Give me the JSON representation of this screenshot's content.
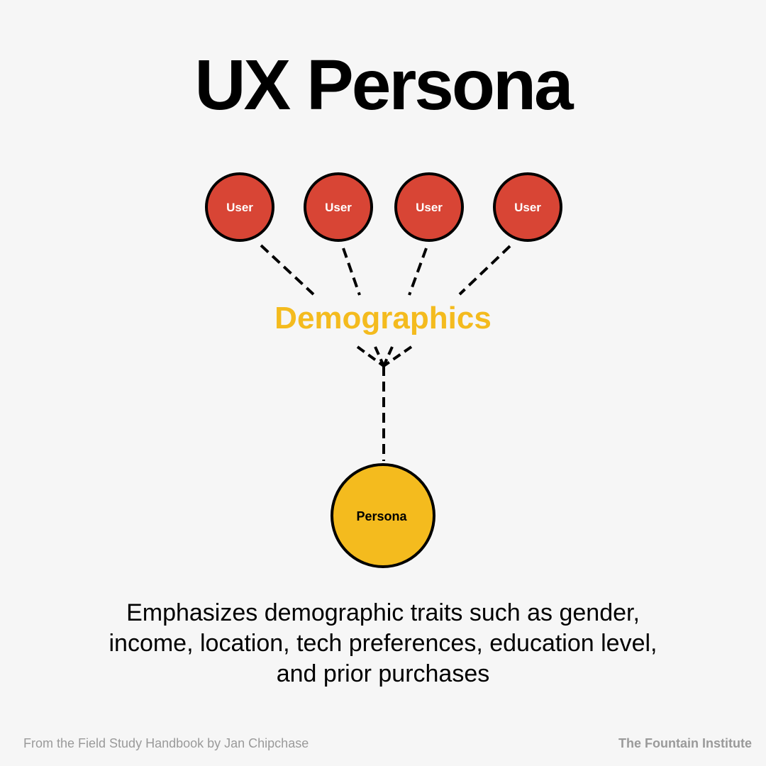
{
  "title": "UX Persona",
  "diagram": {
    "users": [
      {
        "label": "User"
      },
      {
        "label": "User"
      },
      {
        "label": "User"
      },
      {
        "label": "User"
      }
    ],
    "hub": {
      "label": "Demographics"
    },
    "persona": {
      "label": "Persona"
    },
    "colors": {
      "user_fill": "#d84535",
      "persona_fill": "#f4bb1e",
      "hub_text": "#f4bb1e",
      "outline": "#000000",
      "background": "#f6f6f6"
    }
  },
  "caption": "Emphasizes demographic traits such as gender, income, location, tech preferences, education level, and prior purchases",
  "footer": {
    "source": "From the Field Study Handbook by Jan Chipchase",
    "brand": "The Fountain Institute"
  }
}
